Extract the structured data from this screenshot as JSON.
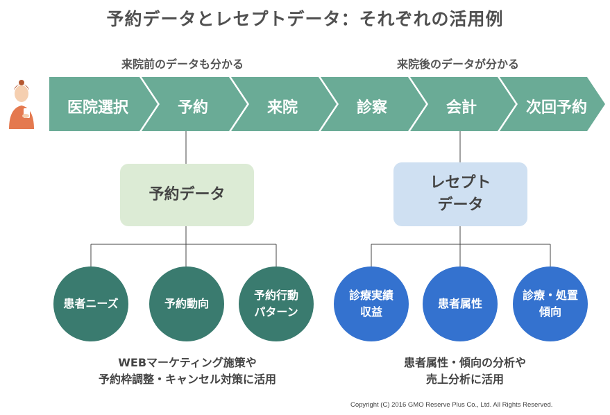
{
  "title": "予約データとレセプトデータ：それぞれの活用例",
  "phases": {
    "before": "来院前のデータも分かる",
    "after": "来院後のデータが分かる"
  },
  "flow_steps": [
    "医院選択",
    "予約",
    "来院",
    "診察",
    "会計",
    "次回予約"
  ],
  "reservation": {
    "box_label": "予約データ",
    "uses": [
      "患者ニーズ",
      "予約動向",
      "予約行動\nパターン"
    ],
    "summary_line1": "WEBマーケティング施策や",
    "summary_line2": "予約枠調整・キャンセル対策に活用"
  },
  "receipt": {
    "box_label": "レセプト\nデータ",
    "uses": [
      "診療実績\n収益",
      "患者属性",
      "診療・処置\n傾向"
    ],
    "summary_line1": "患者属性・傾向の分析や",
    "summary_line2": "売上分析に活用"
  },
  "colors": {
    "flow_green": "#6aab96",
    "reservation_box": "#dcebd5",
    "receipt_box": "#cfe0f2",
    "teal_circle": "#3a7b6f",
    "blue_circle": "#3472cf"
  },
  "copyright": "Copyright (C) 2016 GMO Reserve Plus Co., Ltd. All Rights Reserved."
}
